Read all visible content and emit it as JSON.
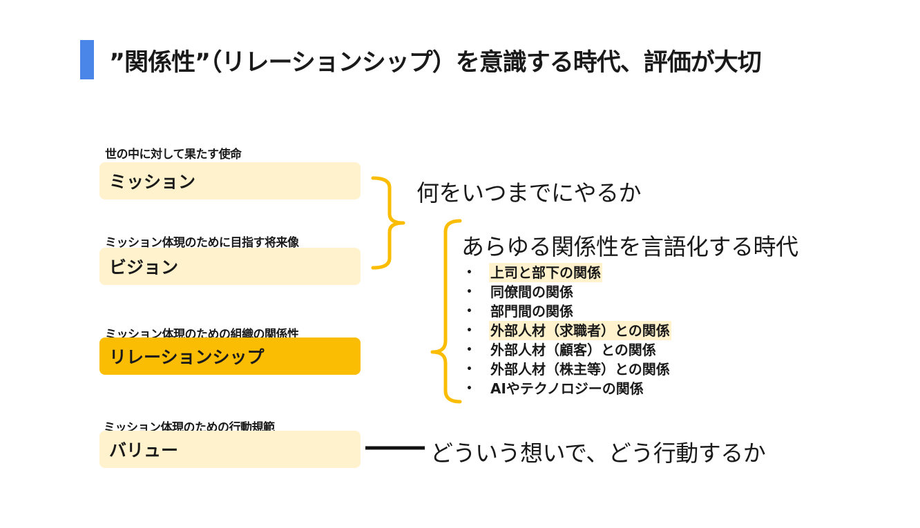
{
  "slide": {
    "title": "”関係性”（リレーションシップ）を意識する時代、評価が大切"
  },
  "left_items": [
    {
      "caption": "世の中に対して果たす使命",
      "label": "ミッション"
    },
    {
      "caption": "ミッション体現のために目指す将来像",
      "label": "ビジョン"
    },
    {
      "caption": "ミッション体現のための組織の関係性",
      "label": "リレーションシップ"
    },
    {
      "caption": "ミッション体現のための行動規範",
      "label": "バリュー"
    }
  ],
  "right": {
    "mission_vision_text": "何をいつまでにやるか",
    "relationship_heading": "あらゆる関係性を言語化する時代",
    "relationship_items": [
      {
        "text": "上司と部下の関係",
        "highlighted": true
      },
      {
        "text": "同僚間の関係",
        "highlighted": false
      },
      {
        "text": "部門間の関係",
        "highlighted": false
      },
      {
        "text": "外部人材（求職者）との関係",
        "highlighted": true
      },
      {
        "text": "外部人材（顧客）との関係",
        "highlighted": false
      },
      {
        "text": "外部人材（株主等）との関係",
        "highlighted": false
      },
      {
        "text": "AIやテクノロジーの関係",
        "highlighted": false
      }
    ],
    "value_text": "どういう想いで、どう行動するか"
  },
  "colors": {
    "accent_blue": "#4a86e8",
    "pill_light": "#fff2cc",
    "pill_highlight": "#fbbc04",
    "brace": "#fbbc04",
    "connector": "#111111"
  }
}
